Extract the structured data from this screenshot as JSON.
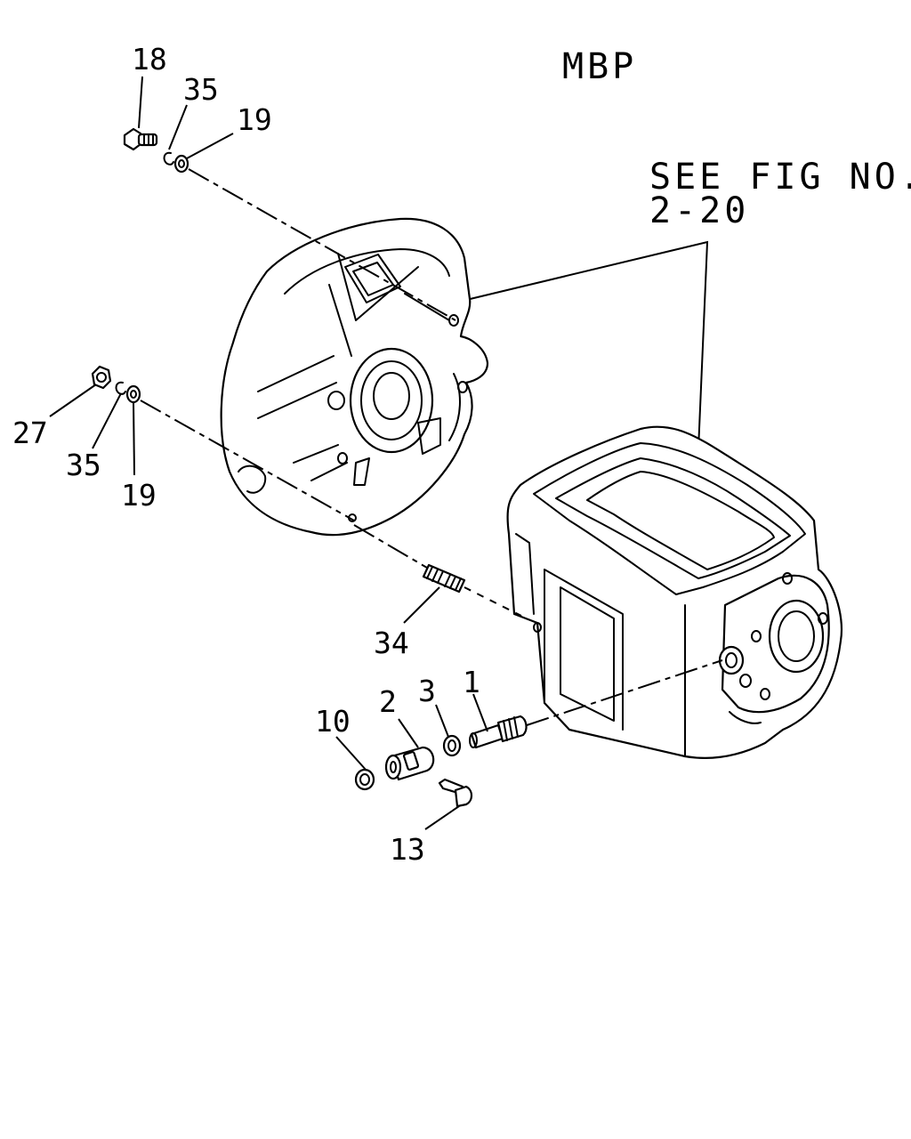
{
  "header": {
    "code": "MBP"
  },
  "reference": {
    "line1": "SEE FIG NO.",
    "line2": "2-20"
  },
  "callouts": {
    "c18": "18",
    "c35_top": "35",
    "c19_top": "19",
    "c27": "27",
    "c35_mid": "35",
    "c19_mid": "19",
    "c34": "34",
    "c1": "1",
    "c2": "2",
    "c3": "3",
    "c10": "10",
    "c13": "13"
  }
}
